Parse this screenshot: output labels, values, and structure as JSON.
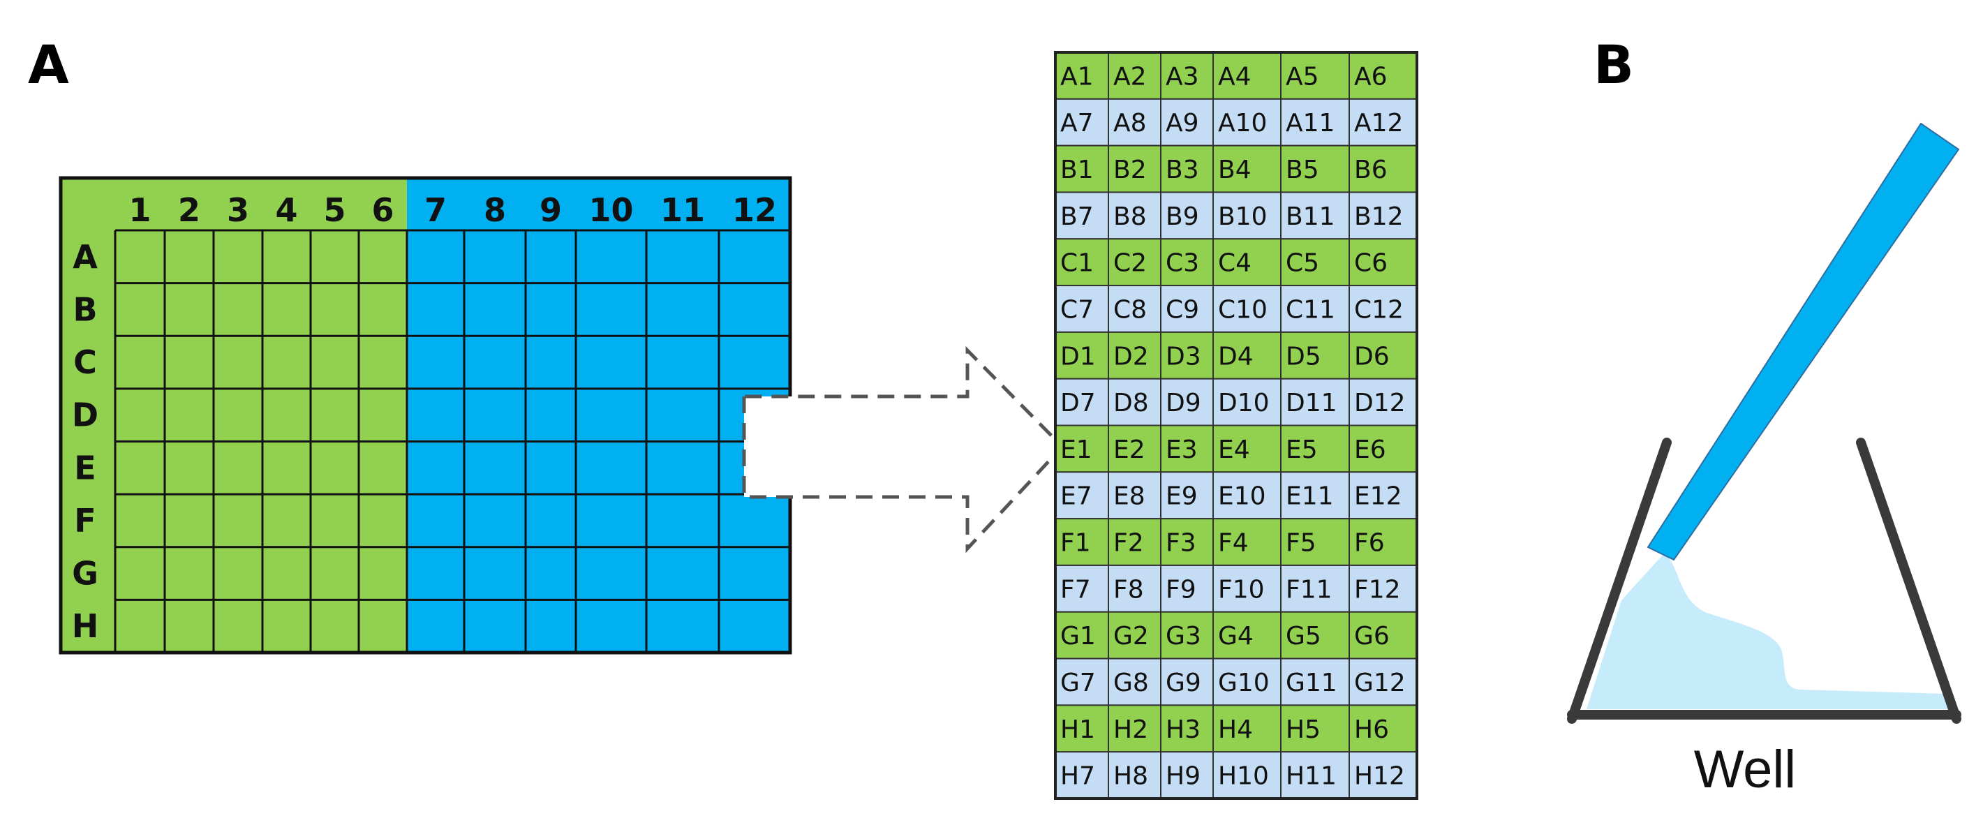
{
  "panels": {
    "a": "A",
    "b": "B"
  },
  "plate": {
    "columns": [
      "1",
      "2",
      "3",
      "4",
      "5",
      "6",
      "7",
      "8",
      "9",
      "10",
      "11",
      "12"
    ],
    "rows": [
      "A",
      "B",
      "C",
      "D",
      "E",
      "F",
      "G",
      "H"
    ],
    "left_half_columns": 6
  },
  "well_map": {
    "wells": [
      [
        "A1",
        "A2",
        "A3",
        "A4",
        "A5",
        "A6"
      ],
      [
        "A7",
        "A8",
        "A9",
        "A10",
        "A11",
        "A12"
      ],
      [
        "B1",
        "B2",
        "B3",
        "B4",
        "B5",
        "B6"
      ],
      [
        "B7",
        "B8",
        "B9",
        "B10",
        "B11",
        "B12"
      ],
      [
        "C1",
        "C2",
        "C3",
        "C4",
        "C5",
        "C6"
      ],
      [
        "C7",
        "C8",
        "C9",
        "C10",
        "C11",
        "C12"
      ],
      [
        "D1",
        "D2",
        "D3",
        "D4",
        "D5",
        "D6"
      ],
      [
        "D7",
        "D8",
        "D9",
        "D10",
        "D11",
        "D12"
      ],
      [
        "E1",
        "E2",
        "E3",
        "E4",
        "E5",
        "E6"
      ],
      [
        "E7",
        "E8",
        "E9",
        "E10",
        "E11",
        "E12"
      ],
      [
        "F1",
        "F2",
        "F3",
        "F4",
        "F5",
        "F6"
      ],
      [
        "F7",
        "F8",
        "F9",
        "F10",
        "F11",
        "F12"
      ],
      [
        "G1",
        "G2",
        "G3",
        "G4",
        "G5",
        "G6"
      ],
      [
        "G7",
        "G8",
        "G9",
        "G10",
        "G11",
        "G12"
      ],
      [
        "H1",
        "H2",
        "H3",
        "H4",
        "H5",
        "H6"
      ],
      [
        "H7",
        "H8",
        "H9",
        "H10",
        "H11",
        "H12"
      ]
    ]
  },
  "well_diagram": {
    "label": "Well"
  },
  "colors": {
    "green": "#92d050",
    "blue": "#00b0f0",
    "light_blue": "#c5ddf4",
    "liquid": "#c6ebfb",
    "outline": "#111111",
    "well_wall": "#3a3a3a",
    "arrow_dash": "#555555"
  }
}
